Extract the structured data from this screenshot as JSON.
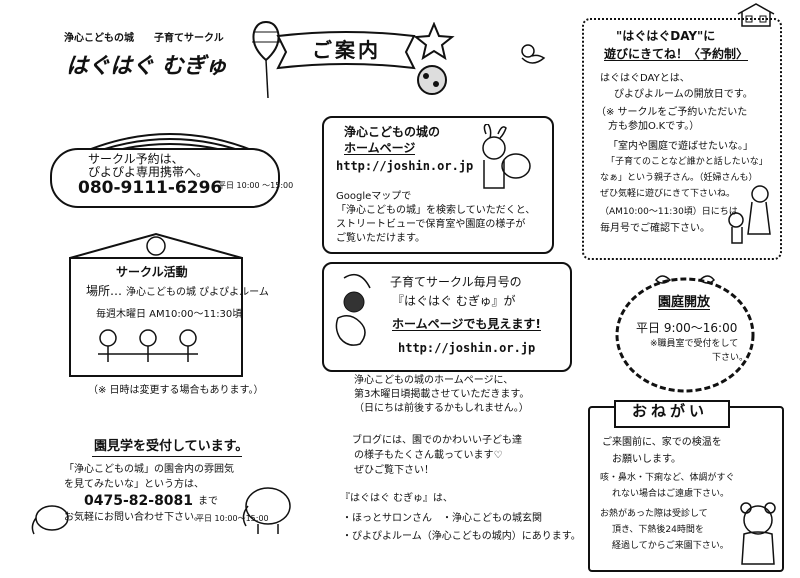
{
  "header": {
    "organizer": "浄心こどもの城　　子育てサークル",
    "circle_name": "はぐはぐ むぎゅ",
    "title": "ご案内"
  },
  "reservation": {
    "line1": "サークル予約は、",
    "line2": "ぴよぴよ専用携帯へ。",
    "phone": "080-9111-6296",
    "hours": "平日 10:00 〜15:00"
  },
  "activity": {
    "title": "サークル活動",
    "place_label": "場所…",
    "place_value": "浄心こどもの城 ぴよぴよルーム",
    "schedule": "毎週木曜日 AM10:00〜11:30頃",
    "note": "（※ 日時は変更する場合もあります。）"
  },
  "tour": {
    "title": "園見学を受付しています。",
    "text1": "「浄心こどもの城」の園舎内の雰囲気",
    "text2": "を見てみたいな」という方は、",
    "phone": "0475-82-8081",
    "suffix": "まで",
    "text3": "お気軽にお問い合わせ下さい。",
    "hours": "平日 10:00〜15:00"
  },
  "homepage": {
    "title1": "浄心こどもの城の",
    "title2": "ホームページ",
    "url": "http://joshin.or.jp",
    "search1": "Googleマップで",
    "search2": "「浄心こどもの城」を検索していただくと、",
    "search3": "ストリートビューで保育室や園庭の様子が",
    "search4": "ご覧いただけます。"
  },
  "circle_page": {
    "line1": "子育てサークル毎月号の",
    "line2": "『はぐはぐ むぎゅ』が",
    "line3": "ホームページでも見えます!",
    "url": "http://joshin.or.jp",
    "desc1": "浄心こどもの城のホームページに、",
    "desc2": "第3木曜日頃掲載させていただきます。",
    "desc3": "（日にちは前後するかもしれません。）",
    "blog1": "ブログには、園でのかわいい子ども達",
    "blog2": "の様子もたくさん載っています♡",
    "blog3": "ぜひご覧下さい！",
    "footer1": "『はぐはぐ むぎゅ』は、",
    "footer2": "・ほっとサロンさん　・浄心こどもの城玄関",
    "footer3": "・ぴよぴよルーム（浄心こどもの城内）にあります。"
  },
  "haguday": {
    "title1": "\"はぐはぐDAY\"に",
    "title2": "遊びにきてね！〈予約制〉",
    "l1": "はぐはぐDAYとは、",
    "l2": "ぴよぴよルームの開放日です。",
    "l3": "（※ サークルをご予約いただいた",
    "l4": "方も参加O.Kです。）",
    "l5": "「室内や園庭で遊ばせたいな。」",
    "l6": "「子育てのことなど誰かと話したいな」",
    "l7": "なぁ」という親子さん。（妊婦さんも）",
    "l8": "ぜひ気軽に遊びにきて下さいね。",
    "l9": "（AM10:00〜11:30頃）日にちは",
    "l10": "毎月号でご確認下さい。"
  },
  "garden": {
    "title": "園庭開放",
    "hours": "平日 9:00〜16:00",
    "note1": "※職員室で受付をして",
    "note2": "下さい。"
  },
  "request": {
    "title": "おねがい",
    "items": [
      "ご来園前に、家での検温を",
      "お願いします。",
      "咳・鼻水・下痢など、体調がすぐ",
      "れない場合はご遠慮下さい。",
      "お熱があった際は受診して",
      "頂き、下熱後24時間を",
      "経過してからご来園下さい。"
    ]
  }
}
